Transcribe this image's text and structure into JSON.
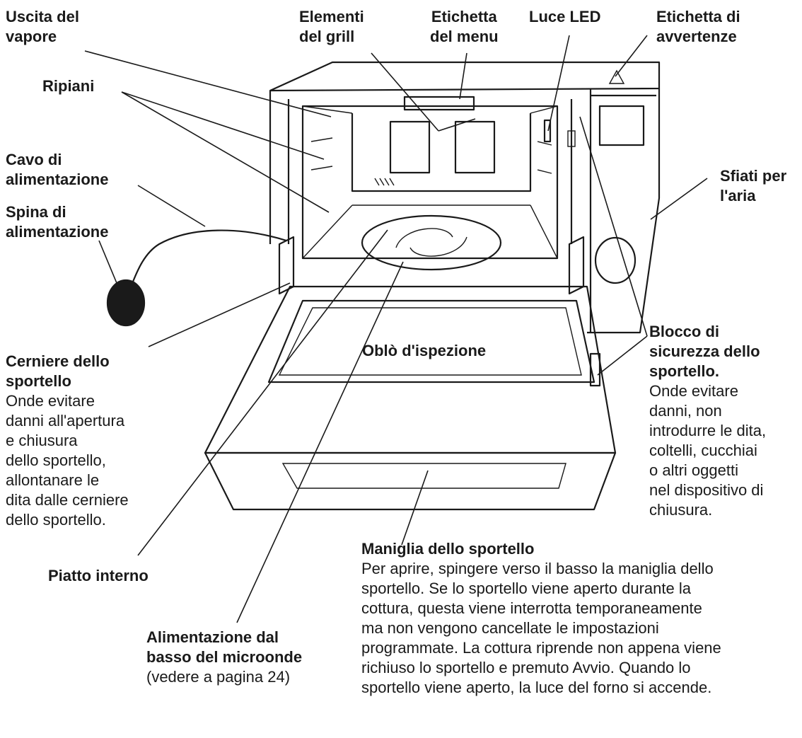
{
  "labels": {
    "uscita_vapore": [
      "Uscita del",
      "vapore"
    ],
    "elementi_grill": [
      "Elementi",
      "del grill"
    ],
    "etichetta_menu": [
      "Etichetta",
      "del menu"
    ],
    "luce_led": [
      "Luce LED"
    ],
    "etichetta_avvertenze": [
      "Etichetta di",
      "avvertenze"
    ],
    "ripiani": [
      "Ripiani"
    ],
    "cavo_alimentazione": [
      "Cavo di",
      "alimentazione"
    ],
    "spina_alimentazione": [
      "Spina di",
      "alimentazione"
    ],
    "sfiati_aria": [
      "Sfiati per",
      "l'aria"
    ],
    "oblo_ispezione": [
      "Oblò d'ispezione"
    ],
    "cerniere": {
      "title": [
        "Cerniere dello",
        "sportello"
      ],
      "desc": [
        "Onde evitare",
        "danni all'apertura",
        "e chiusura",
        "dello sportello,",
        "allontanare le",
        "dita dalle cerniere",
        "dello sportello."
      ]
    },
    "blocco_sicurezza": {
      "title": [
        "Blocco di",
        "sicurezza dello",
        "sportello."
      ],
      "desc": [
        "Onde evitare",
        "danni, non",
        "introdurre le dita,",
        "coltelli, cucchiai",
        "o altri oggetti",
        "nel dispositivo di",
        "chiusura."
      ]
    },
    "piatto_interno": [
      "Piatto interno"
    ],
    "alimentazione_basso": {
      "title": [
        "Alimentazione dal",
        "basso del microonde"
      ],
      "note": "(vedere a pagina 24)"
    },
    "maniglia": {
      "title": "Maniglia dello sportello",
      "desc": [
        "Per aprire, spingere verso il basso la maniglia dello",
        "sportello. Se lo sportello viene aperto durante la",
        "cottura, questa viene interrotta temporaneamente",
        "ma non vengono cancellate le impostazioni",
        "programmate. La cottura riprende non appena viene",
        "richiuso lo sportello e premuto Avvio. Quando lo",
        "sportello viene aperto, la luce del forno si accende."
      ]
    }
  }
}
